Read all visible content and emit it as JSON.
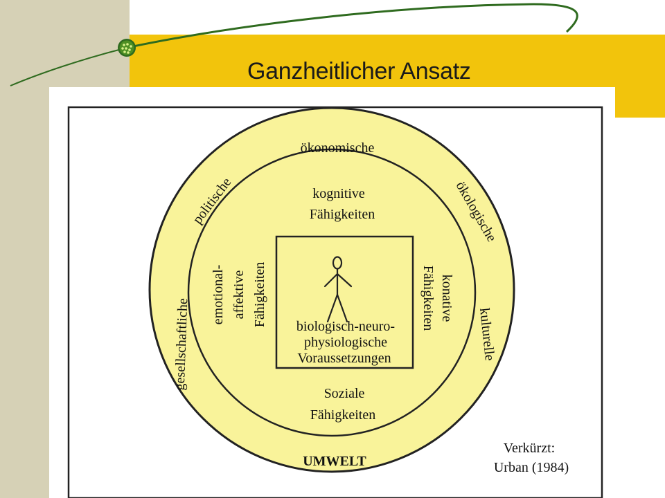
{
  "slide": {
    "title": "Ganzheitlicher Ansatz"
  },
  "diagram": {
    "outer_ring": {
      "top": "ökonomische",
      "upper_left": "politische",
      "left": "gesellschaftliche",
      "upper_right": "ökologische",
      "right": "kulturelle",
      "bottom": "UMWELT"
    },
    "inner_ring": {
      "top_line1": "kognitive",
      "top_line2": "Fähigkeiten",
      "left_line1": "emotional-",
      "left_line2": "affektive",
      "left_line3": "Fähigkeiten",
      "right_line1": "konative",
      "right_line2": "Fähigkeiten",
      "bottom_line1": "Soziale",
      "bottom_line2": "Fähigkeiten"
    },
    "center_box": {
      "line1": "biologisch-neuro-",
      "line2": "physiologische",
      "line3": "Voraussetzungen"
    },
    "note": {
      "line1": "Verkürzt:",
      "line2": "Urban (1984)"
    }
  },
  "colors": {
    "header_band": "#f2c40c",
    "left_strip": "#d6d1b6",
    "circle_fill": "#f9f39a",
    "swoosh": "#2f6b1f",
    "bullet": "#8dc63f"
  }
}
